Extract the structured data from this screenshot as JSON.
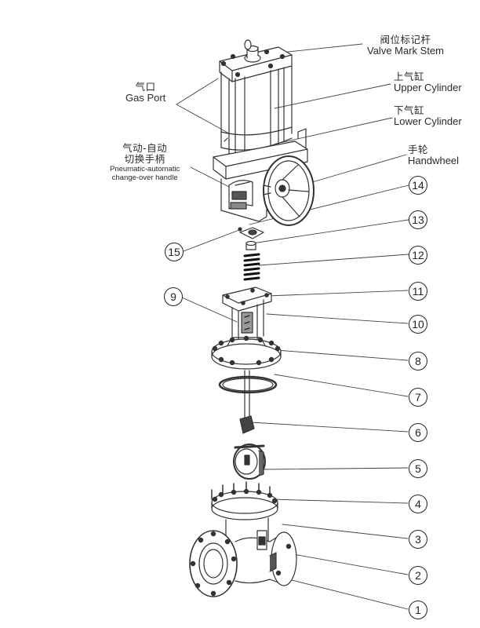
{
  "labels": {
    "valve_mark_stem": {
      "zh": "阀位标记杆",
      "en": "Valve Mark Stem"
    },
    "upper_cylinder": {
      "zh": "上气缸",
      "en": "Upper Cylinder"
    },
    "lower_cylinder": {
      "zh": "下气缸",
      "en": "Lower Cylinder"
    },
    "handwheel": {
      "zh": "手轮",
      "en": "Handwheel"
    },
    "gas_port": {
      "zh": "气口",
      "en": "Gas Port"
    },
    "changeover": {
      "zh_line1": "气动-自动",
      "zh_line2": "切换手柄",
      "en_line1": "Pneumatic-automatic",
      "en_line2": "change-over handle"
    }
  },
  "callouts": [
    "1",
    "2",
    "3",
    "4",
    "5",
    "6",
    "7",
    "8",
    "9",
    "10",
    "11",
    "12",
    "13",
    "14",
    "15"
  ]
}
